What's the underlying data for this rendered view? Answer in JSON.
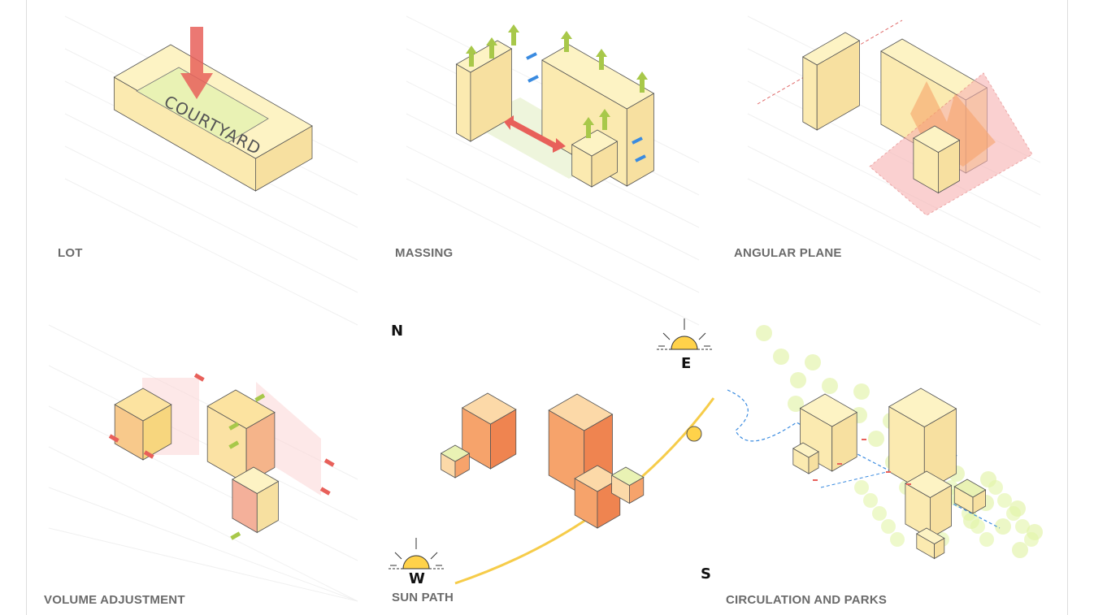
{
  "panels": [
    {
      "id": "lot",
      "label": "LOT",
      "annotation": "COURTYARD"
    },
    {
      "id": "massing",
      "label": "MASSING"
    },
    {
      "id": "angular-plane",
      "label": "ANGULAR PLANE"
    },
    {
      "id": "volume-adjustment",
      "label": "VOLUME ADJUSTMENT"
    },
    {
      "id": "sun-path",
      "label": "SUN PATH"
    },
    {
      "id": "circulation",
      "label": "CIRCULATION AND PARKS"
    }
  ],
  "compass": {
    "north": "N",
    "east": "E",
    "west": "W",
    "south": "S"
  },
  "colors": {
    "building": "#fbefb8",
    "building_side": "#f4e3a3",
    "courtyard": "#e9f2b4",
    "arrow_red": "#e8605a",
    "arrow_green": "#a8c84a",
    "arrow_blue": "#3a8be0",
    "orange": "#f6a36b",
    "orange_dark": "#ef8450",
    "sun": "#ffd24a",
    "plane": "#f7b2b2"
  }
}
